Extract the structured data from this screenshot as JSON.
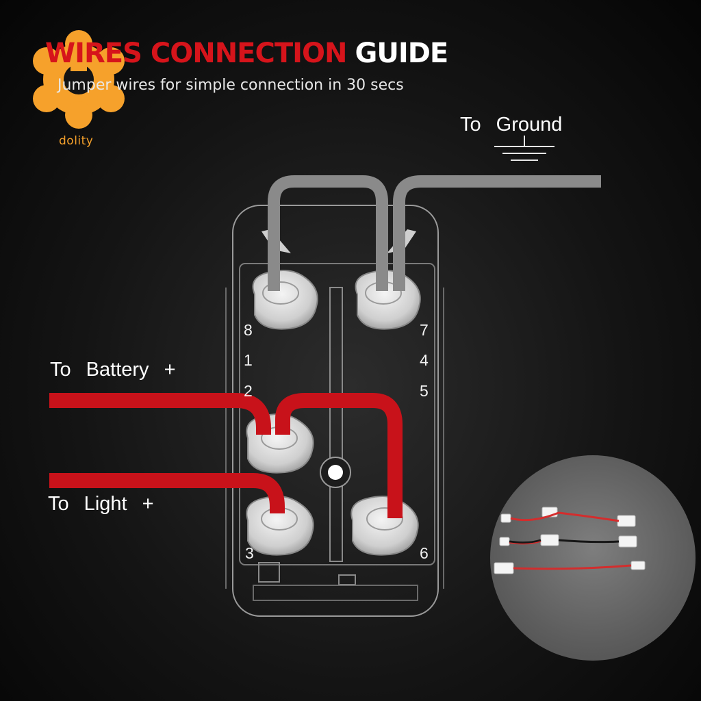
{
  "title": {
    "red": "WIRES CONNECTION",
    "white": "GUIDE"
  },
  "subtitle": "Jumper wires for simple connection in 30 secs",
  "logo": {
    "text": "dolity",
    "color": "#f6a12b"
  },
  "labels": {
    "ground": "To Ground",
    "battery": "To Battery +",
    "light": "To Light +"
  },
  "pins": [
    "8",
    "7",
    "1",
    "4",
    "2",
    "5",
    "3",
    "6"
  ],
  "colors": {
    "wire_power": "#c8121a",
    "wire_ground": "#8a8a8a",
    "terminal": "#dcdcdc",
    "title_red": "#d6141b"
  },
  "icons": [
    "logo-gear-icon",
    "ground-symbol-icon",
    "jumper-wire-icon"
  ]
}
